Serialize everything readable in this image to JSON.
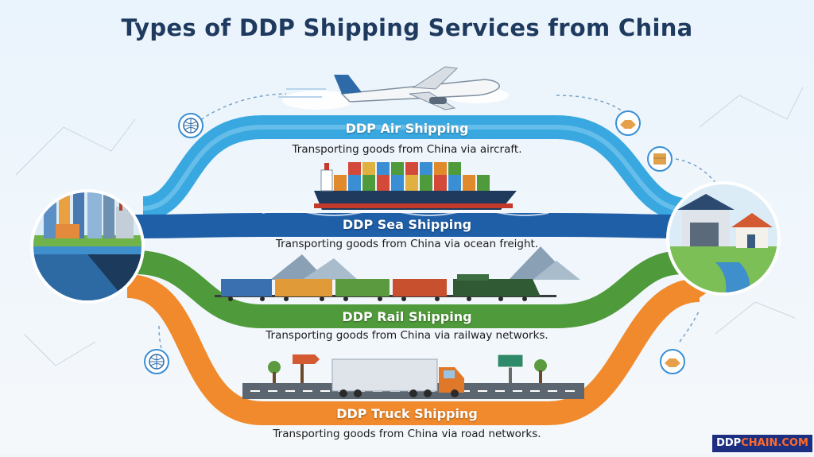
{
  "title": "Types of DDP Shipping Services from China",
  "routes": [
    {
      "name": "DDP Air Shipping",
      "desc": "Transporting goods from China via aircraft.",
      "color": "#3aa8e0"
    },
    {
      "name": "DDP Sea Shipping",
      "desc": "Transporting goods from China via ocean freight.",
      "color": "#1f5fa8"
    },
    {
      "name": "DDP Rail Shipping",
      "desc": "Transporting goods from China via railway networks.",
      "color": "#4f9a3a"
    },
    {
      "name": "DDP Truck Shipping",
      "desc": "Transporting goods from China via road networks.",
      "color": "#f08a2c"
    }
  ],
  "icons": {
    "globe": "globe-icon",
    "handshake": "handshake-icon",
    "box": "package-icon",
    "sign": "road-sign-icon"
  },
  "brand": {
    "prefix": "DDP",
    "suffix": "CHAIN.COM",
    "bg": "#1c2f80",
    "accent": "#ff6a2a"
  }
}
